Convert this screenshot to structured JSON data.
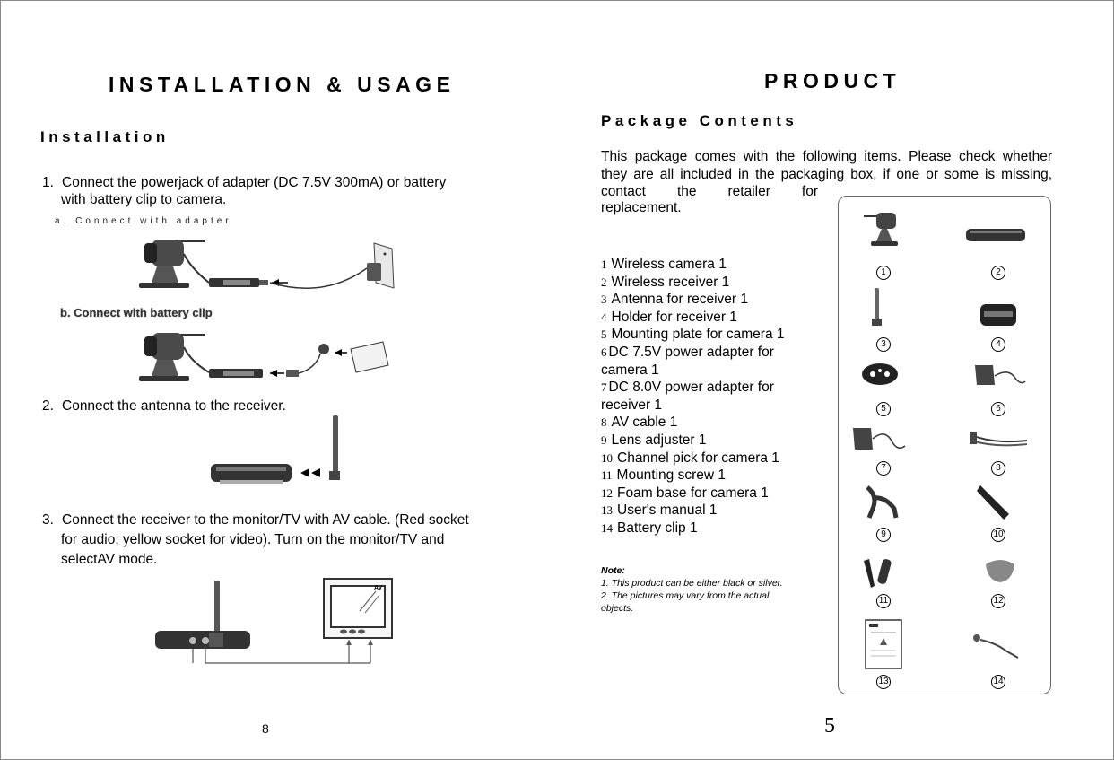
{
  "left": {
    "title": "INSTALLATION & USAGE",
    "subtitle": "Installation",
    "steps": [
      {
        "num": "1.",
        "line1": "Connect the powerjack of adapter (DC 7.5V 300mA) or battery",
        "line2": "with battery clip to camera."
      },
      {
        "num": "2.",
        "line1": "Connect the antenna to the receiver."
      },
      {
        "num": "3.",
        "line1": "Connect the receiver to the monitor/TV with AV cable. (Red socket",
        "line2": "for audio; yellow socket for video). Turn on the monitor/TV and",
        "line3": "selectAV mode."
      }
    ],
    "sub_a": "a. Connect with adapter",
    "sub_b": "b. Connect with battery clip",
    "tv_label": "AV",
    "page_number": "8"
  },
  "right": {
    "title": "PRODUCT",
    "subtitle": "Package Contents",
    "intro": {
      "line1": "This package comes with the following items. Please check whether",
      "line2": "they are all included in the packaging box, if one or some is missing,",
      "line3_words": [
        "contact",
        "the",
        "retailer",
        "for"
      ],
      "line4": "replacement."
    },
    "items": [
      {
        "n": "1",
        "text": "Wireless camera 1"
      },
      {
        "n": "2",
        "text": "Wireless receiver 1"
      },
      {
        "n": "3",
        "text": "Antenna for receiver 1"
      },
      {
        "n": "4",
        "text": "Holder for receiver 1"
      },
      {
        "n": "5",
        "text": "Mounting plate for camera 1"
      },
      {
        "n": "6",
        "text": "DC 7.5V power adapter for",
        "text2": "camera 1"
      },
      {
        "n": "7",
        "text": "DC 8.0V power adapter for",
        "text2": "receiver 1"
      },
      {
        "n": "8",
        "text": "AV cable 1"
      },
      {
        "n": "9",
        "text": "Lens adjuster 1"
      },
      {
        "n": "10",
        "text": "Channel pick for camera 1"
      },
      {
        "n": "11",
        "text": "Mounting screw 1"
      },
      {
        "n": "12",
        "text": "Foam base for camera 1"
      },
      {
        "n": "13",
        "text": "User's manual 1"
      },
      {
        "n": "14",
        "text": "Battery clip 1"
      }
    ],
    "note": {
      "label": "Note:",
      "line1": "1. This product can be either black or silver.",
      "line2": "2. The pictures may vary from the actual",
      "line3": "objects."
    },
    "panel_numbers": [
      "1",
      "2",
      "3",
      "4",
      "5",
      "6",
      "7",
      "8",
      "9",
      "10",
      "11",
      "12",
      "13",
      "14"
    ],
    "page_number": "5"
  }
}
